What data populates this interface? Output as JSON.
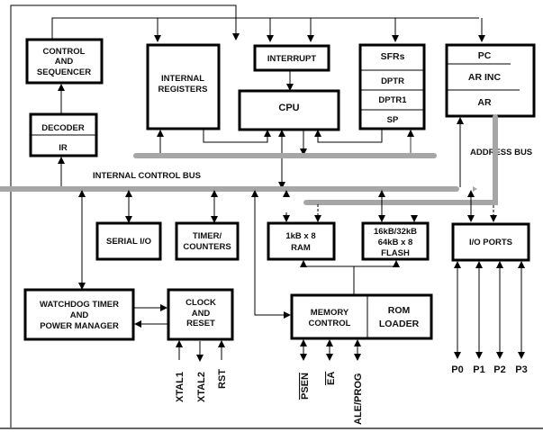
{
  "diagram": {
    "blocks": {
      "control_sequencer": [
        "CONTROL",
        "AND",
        "SEQUENCER"
      ],
      "decoder": "DECODER",
      "ir": "IR",
      "internal_registers": [
        "INTERNAL",
        "REGISTERS"
      ],
      "interrupt": "INTERRUPT",
      "cpu": "CPU",
      "sfr_stack": [
        "SFRs",
        "DPTR",
        "DPTR1",
        "SP"
      ],
      "pc_stack": [
        "PC",
        "AR INC",
        "AR"
      ],
      "serial_io": "SERIAL I/O",
      "timer_counters": [
        "TIMER/",
        "COUNTERS"
      ],
      "ram": [
        "1kB x 8",
        "RAM"
      ],
      "flash": [
        "16kB/32kB",
        "64kB x 8",
        "FLASH"
      ],
      "io_ports": "I/O PORTS",
      "watchdog": [
        "WATCHDOG TIMER",
        "AND",
        "POWER MANAGER"
      ],
      "clock_reset": [
        "CLOCK",
        "AND",
        "RESET"
      ],
      "memory_control": [
        "MEMORY",
        "CONTROL"
      ],
      "rom_loader": [
        "ROM",
        "LOADER"
      ]
    },
    "bus_labels": {
      "internal_control_bus": "INTERNAL CONTROL BUS",
      "address_bus": "ADDRESS BUS"
    },
    "pins": {
      "clock": [
        "XTAL1",
        "XTAL2",
        "RST"
      ],
      "memory": [
        "PSEN",
        "EA",
        "ALE/PROG"
      ],
      "ports": [
        "P0",
        "P1",
        "P2",
        "P3"
      ]
    }
  }
}
